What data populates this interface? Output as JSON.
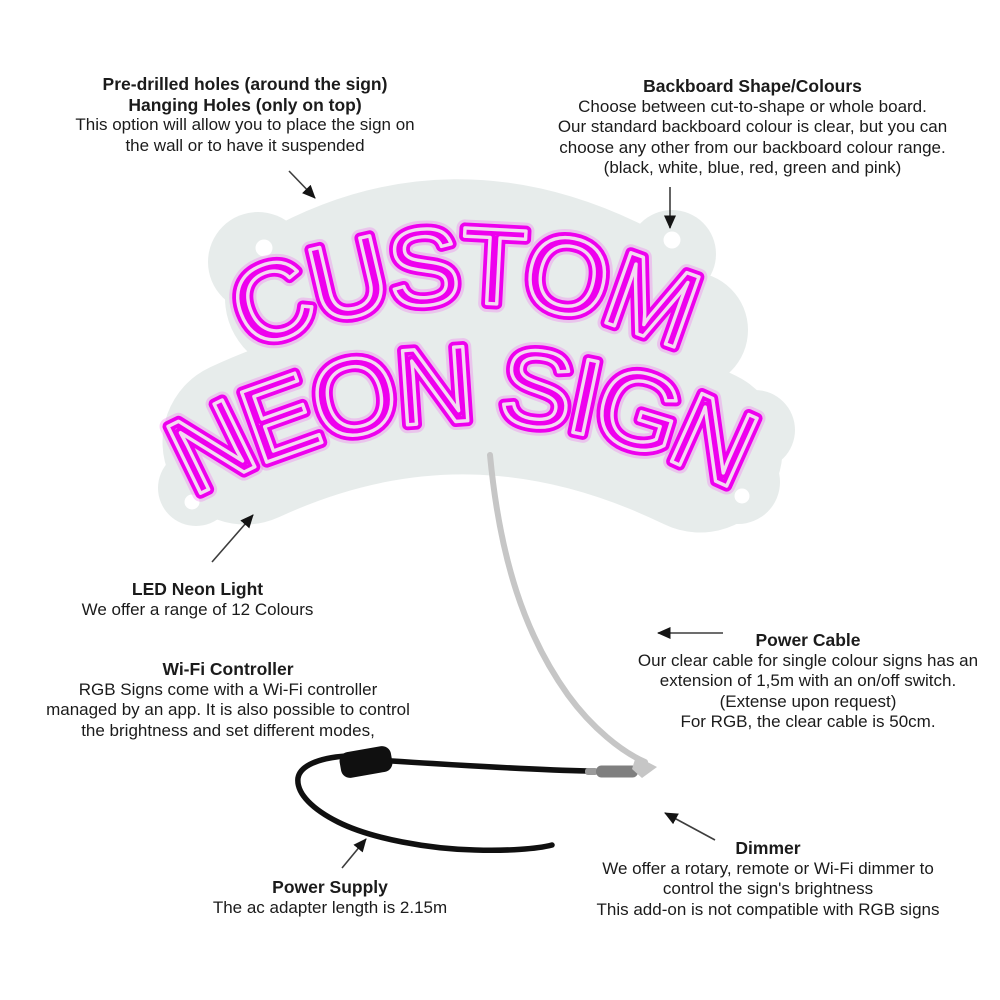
{
  "sign": {
    "line1": "CUSTOM",
    "line2": "NEON SIGN"
  },
  "colors": {
    "neon": "#ee00ee",
    "neon_core": "#f3d9f1",
    "backboard": "#e7eceb",
    "text": "#1b1b1b",
    "cable_black": "#101010",
    "cable_clear": "#c6c6c6",
    "connector": "#7f7f7f"
  },
  "annotations": {
    "predrilled": {
      "title_lines": [
        "Pre-drilled holes (around the sign)",
        "Hanging Holes (only on top)"
      ],
      "body_lines": [
        "This option will allow you to place the sign on",
        "the wall or to have it suspended"
      ]
    },
    "backboard": {
      "title": "Backboard Shape/Colours",
      "body_lines": [
        "Choose between cut-to-shape or whole board.",
        "Our standard backboard colour is clear, but you can",
        "choose any other from our backboard colour range.",
        "(black, white, blue, red, green  and pink)"
      ]
    },
    "led": {
      "title": "LED Neon Light",
      "body_lines": [
        "We offer a range of 12 Colours"
      ]
    },
    "wifi": {
      "title": "Wi-Fi Controller",
      "body_lines": [
        "RGB Signs come with a Wi-Fi controller",
        "managed by an app. It is also possible to control",
        "the brightness and set different modes,"
      ]
    },
    "power_cable": {
      "title": "Power Cable",
      "body_lines": [
        "Our clear cable for single colour signs has an",
        "extension of 1,5m with an on/off switch.",
        "(Extense upon request)",
        "For RGB, the clear cable is 50cm."
      ]
    },
    "power_supply": {
      "title": "Power Supply",
      "body_lines": [
        "The ac adapter length is 2.15m"
      ]
    },
    "dimmer": {
      "title": "Dimmer",
      "body_lines": [
        "We offer a rotary, remote or Wi-Fi dimmer to",
        "control the sign's brightness",
        "This add-on is not compatible with RGB signs"
      ]
    }
  }
}
